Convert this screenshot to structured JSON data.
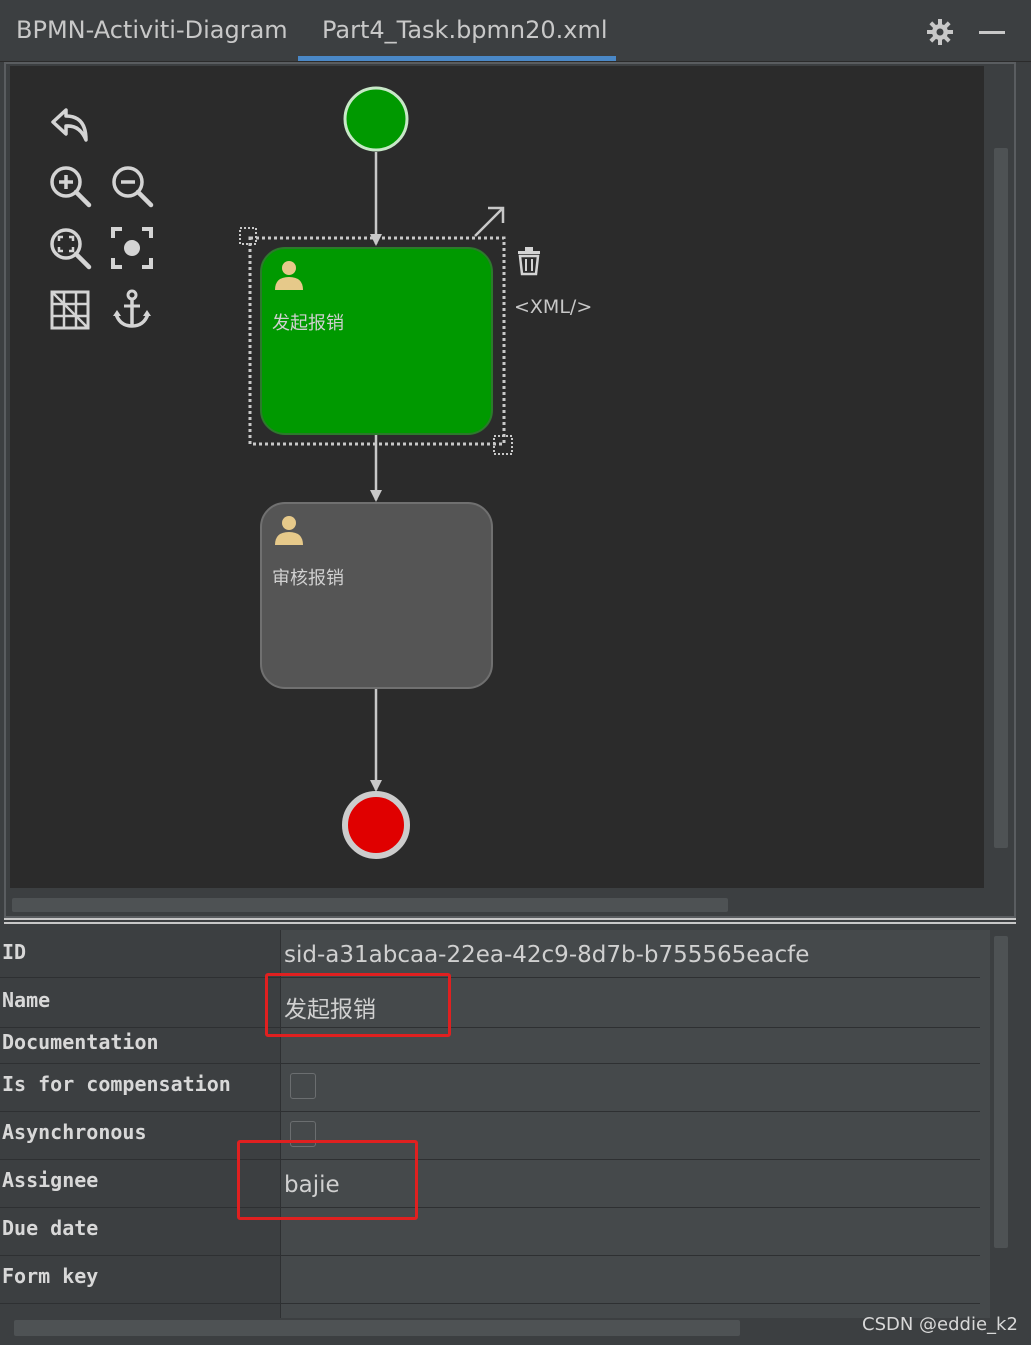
{
  "tabs": [
    {
      "label": "BPMN-Activiti-Diagram",
      "active": false
    },
    {
      "label": "Part4_Task.bpmn20.xml",
      "active": true
    }
  ],
  "toolbar_icons": [
    "undo-icon",
    "zoom-in-icon",
    "zoom-out-icon",
    "zoom-fit-icon",
    "center-icon",
    "grid-icon",
    "anchor-icon"
  ],
  "diagram": {
    "start_event": {
      "color": "#009900"
    },
    "tasks": [
      {
        "label": "发起报销",
        "selected": true,
        "color": "#009900"
      },
      {
        "label": "审核报销",
        "selected": false,
        "color": "#555555"
      }
    ],
    "end_event": {
      "color": "#e00000"
    },
    "context_xml_label": "<XML/>"
  },
  "properties": [
    {
      "key": "ID",
      "value": "sid-a31abcaa-22ea-42c9-8d7b-b755565eacfe",
      "type": "text"
    },
    {
      "key": "Name",
      "value": "发起报销",
      "type": "text",
      "highlighted": true
    },
    {
      "key": "Documentation",
      "value": "",
      "type": "text"
    },
    {
      "key": "Is for compensation",
      "value": "",
      "type": "checkbox",
      "checked": false
    },
    {
      "key": "Asynchronous",
      "value": "",
      "type": "checkbox",
      "checked": false
    },
    {
      "key": "Assignee",
      "value": "bajie",
      "type": "text",
      "highlighted": true
    },
    {
      "key": "Due date",
      "value": "",
      "type": "text"
    },
    {
      "key": "Form key",
      "value": "",
      "type": "text"
    }
  ],
  "watermark": "CSDN @eddie_k2",
  "colors": {
    "accent": "#4a88c7",
    "highlight": "#e02020"
  }
}
